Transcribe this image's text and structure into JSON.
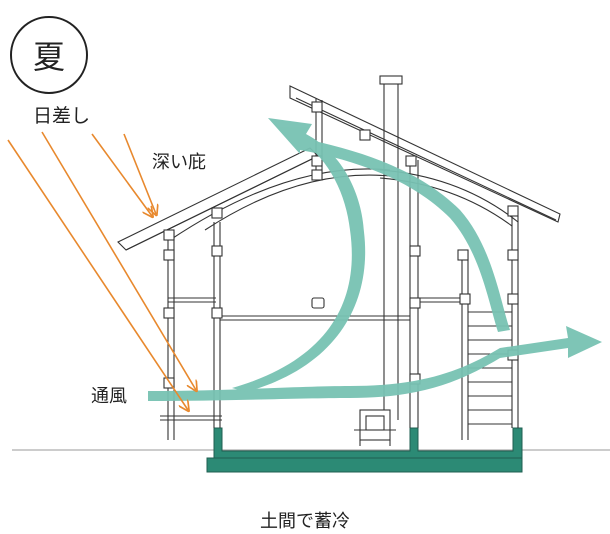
{
  "labels": {
    "season": "夏",
    "sunlight": "日差し",
    "deep_eaves": "深い庇",
    "ventilation": "通風",
    "earth_floor": "土間で蓄冷"
  },
  "colors": {
    "sun_ray": "#e8892e",
    "airflow": "#78c2b3",
    "foundation": "#2c8a75",
    "line": "#333333",
    "background": "#ffffff"
  },
  "icons": {
    "stove": "wood-stove-icon",
    "airflow_arrow": "arrow-icon",
    "sun_arrow": "arrow-icon"
  }
}
